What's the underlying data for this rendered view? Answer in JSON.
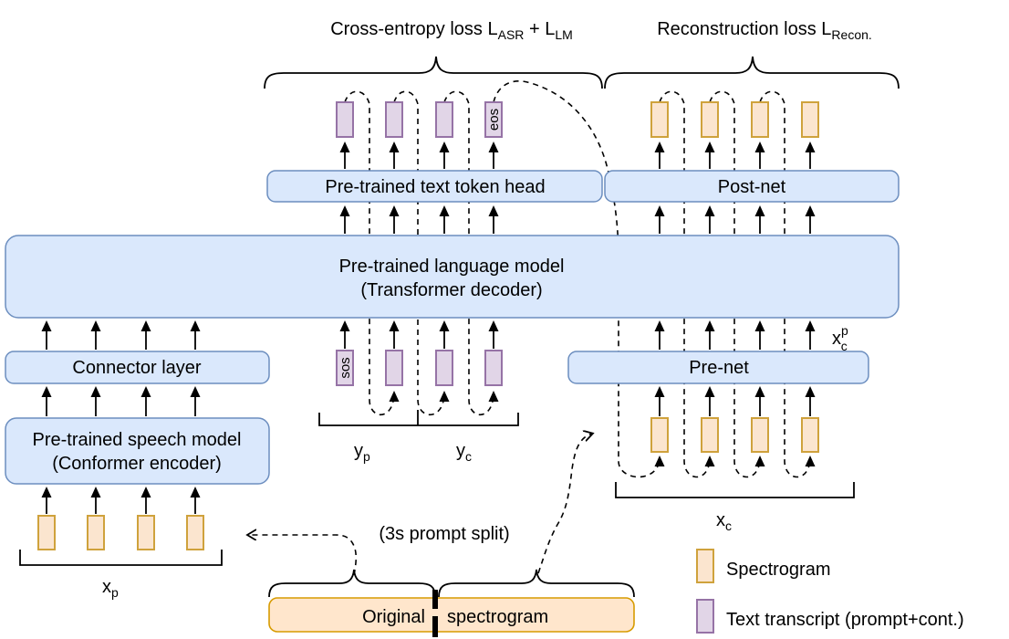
{
  "losses": {
    "cross_entropy": {
      "main": "Cross-entropy loss L",
      "sub1": "ASR",
      "mid": " + L",
      "sub2": "LM"
    },
    "reconstruction": {
      "main": "Reconstruction loss L",
      "sub1": "Recon."
    }
  },
  "boxes": {
    "text_token_head": "Pre-trained text token head",
    "post_net": "Post-net",
    "language_model_line1": "Pre-trained language model",
    "language_model_line2": "(Transformer decoder)",
    "connector": "Connector layer",
    "speech_model_line1": "Pre-trained speech model",
    "speech_model_line2": "(Conformer encoder)",
    "pre_net": "Pre-net"
  },
  "tokens": {
    "sos": "sos",
    "eos": "eos"
  },
  "labels": {
    "x_p": {
      "base": "x",
      "sub": "p"
    },
    "y_p": {
      "base": "y",
      "sub": "p"
    },
    "y_c": {
      "base": "y",
      "sub": "c"
    },
    "x_c": {
      "base": "x",
      "sub": "c"
    },
    "x_c_p": {
      "base": "x",
      "sup": "p",
      "sub": "c"
    },
    "prompt_split": "(3s prompt split)",
    "original_left": "Original",
    "original_right": "spectrogram"
  },
  "legend": {
    "spectrogram": "Spectrogram",
    "text_transcript": "Text transcript (prompt+cont.)"
  },
  "colors": {
    "blue_fill": "#DAE8FC",
    "blue_stroke": "#6C8EBF",
    "purple_fill": "#E1D5E7",
    "purple_stroke": "#9673A6",
    "orange_fill": "#FFE6CC",
    "orange_stroke": "#D79B00",
    "line": "#000000"
  }
}
